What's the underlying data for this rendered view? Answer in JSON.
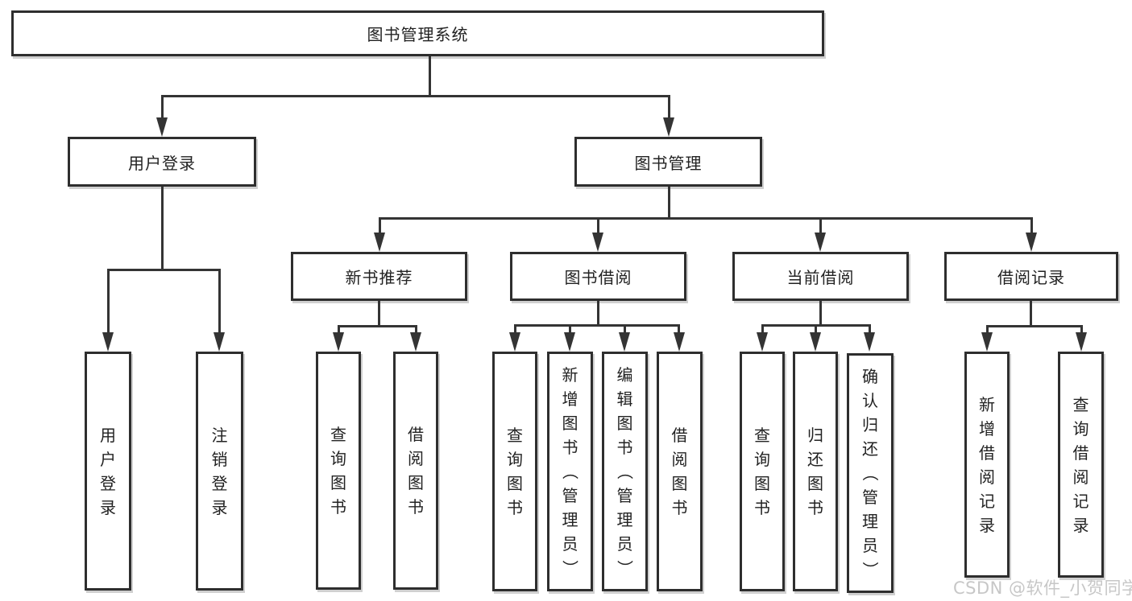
{
  "nodes": {
    "root": "图书管理系统",
    "user_login": "用户登录",
    "book_mgmt": "图书管理",
    "login_leaf": "用户登录",
    "logout_leaf": "注销登录",
    "new_books": "新书推荐",
    "book_borrow": "图书借阅",
    "current_borrow": "当前借阅",
    "borrow_records": "借阅记录",
    "nb_query": "查询图书",
    "nb_borrow": "借阅图书",
    "bb_query": "查询图书",
    "bb_add": "新增图书（管理员）",
    "bb_edit": "编辑图书（管理员）",
    "bb_borrow": "借阅图书",
    "cb_query": "查询图书",
    "cb_return": "归还图书",
    "cb_confirm": "确认归还（管理员）",
    "br_add": "新增借阅记录",
    "br_query": "查询借阅记录"
  },
  "watermark": "CSDN @软件_小贺同学",
  "colors": {
    "line": "#343434",
    "watermark": "#c7c7c7"
  }
}
